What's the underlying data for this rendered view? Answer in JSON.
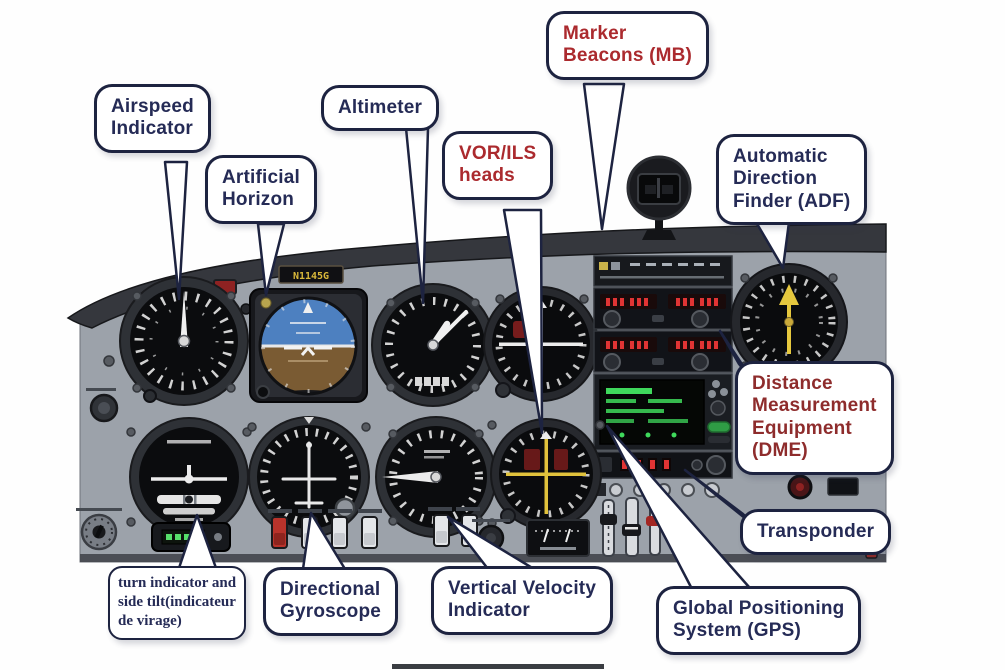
{
  "diagram": {
    "subject": "Aircraft cockpit instrument panel with labeled flight instruments and avionics"
  },
  "colors": {
    "label_navy": "#252b56",
    "label_red": "#ab2a2e",
    "label_dark_red": "#8e2c2c",
    "bubble_border": "#1d2340",
    "bubble_fill": "#ffffff",
    "panel_gray": "#9ca2aa",
    "glareshield_dark": "#35373d",
    "gauge_face_black": "#0b0c0e",
    "led_red": "#e03434",
    "gps_green": "#3fd95c",
    "adf_needle_yellow": "#e6c83e",
    "horizon_sky_blue": "#4d80c0",
    "horizon_ground_brown": "#7a5b33"
  },
  "panel": {
    "registration_placard": "N1145G"
  },
  "callouts": [
    {
      "id": "airspeed-indicator",
      "label": "Airspeed\nIndicator",
      "color": "#252b56"
    },
    {
      "id": "artificial-horizon",
      "label": "Artificial\nHorizon",
      "color": "#252b56"
    },
    {
      "id": "altimeter",
      "label": "Altimeter",
      "color": "#252b56"
    },
    {
      "id": "vor-ils-heads",
      "label": "VOR/ILS\nheads",
      "color": "#ab2a2e"
    },
    {
      "id": "marker-beacons",
      "label": "Marker\nBeacons (MB)",
      "color": "#ab2a2e"
    },
    {
      "id": "automatic-direction-finder",
      "label": "Automatic\nDirection\nFinder (ADF)",
      "color": "#252b56"
    },
    {
      "id": "distance-measurement-equipment",
      "label": "Distance\nMeasurement\nEquipment\n(DME)",
      "color": "#8e2c2c"
    },
    {
      "id": "transponder",
      "label": "Transponder",
      "color": "#252b56"
    },
    {
      "id": "global-positioning-system",
      "label": "Global Positioning\nSystem (GPS)",
      "color": "#252b56"
    },
    {
      "id": "vertical-velocity-indicator",
      "label": "Vertical Velocity\nIndicator",
      "color": "#252b56"
    },
    {
      "id": "directional-gyroscope",
      "label": "Directional\nGyroscope",
      "color": "#252b56"
    },
    {
      "id": "turn-indicator",
      "label": "turn indicator and\nside tilt(indicateur\nde virage)",
      "color": "#252b56"
    }
  ]
}
